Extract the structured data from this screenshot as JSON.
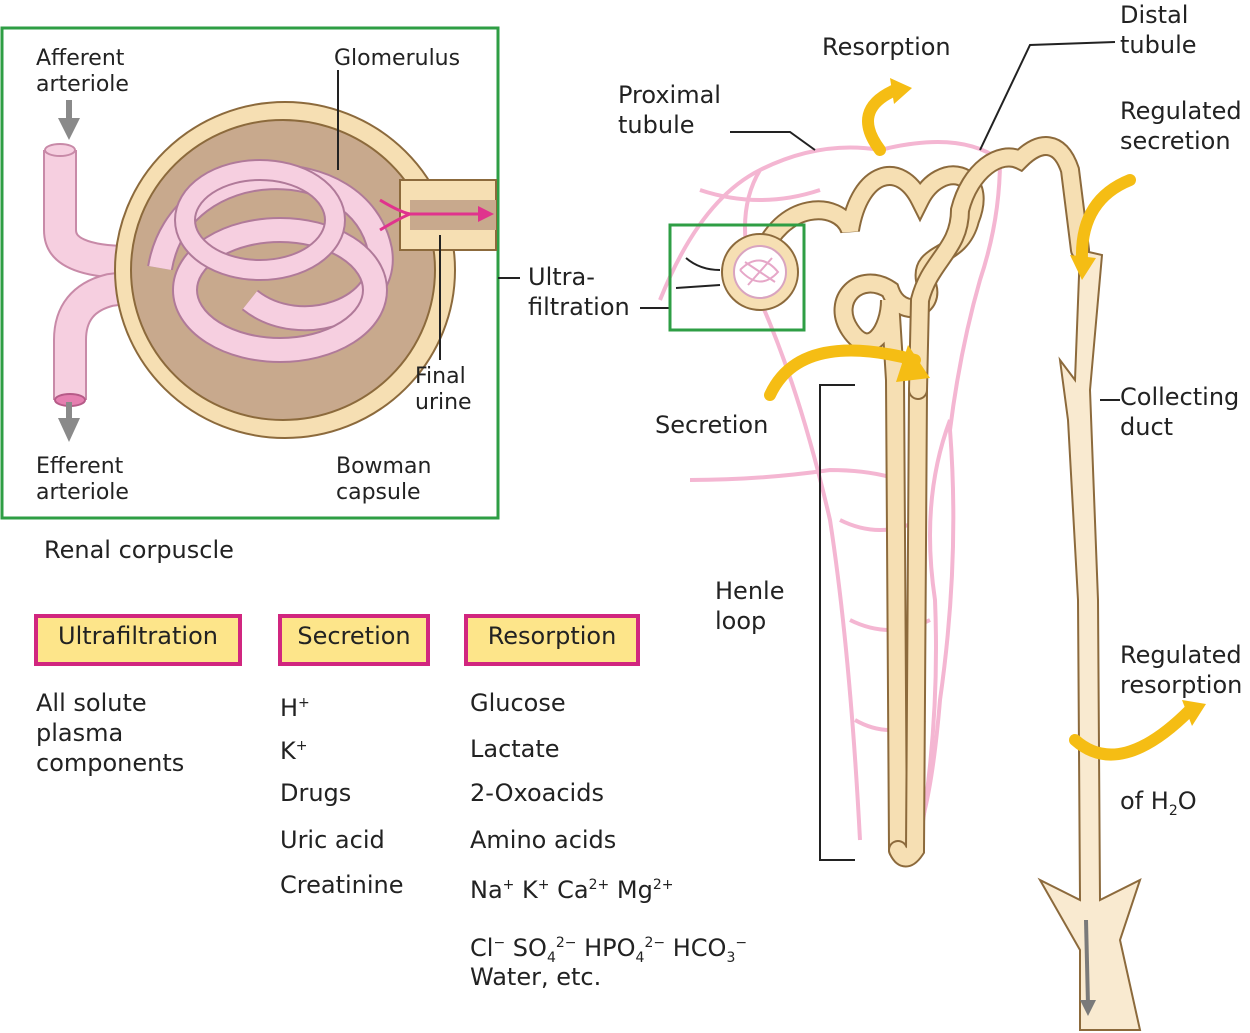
{
  "corpuscle": {
    "afferent": "Afferent\narteriole",
    "glomerulus": "Glomerulus",
    "efferent": "Efferent\narteriole",
    "bowman": "Bowman\ncapsule",
    "final_urine": "Final\nurine",
    "caption": "Renal corpuscle"
  },
  "nephron": {
    "resorption": "Resorption",
    "distal": "Distal\ntubule",
    "proximal": "Proximal\ntubule",
    "regulated_secretion": "Regulated\nsecretion",
    "ultrafiltration": "Ultra-\nfiltration",
    "secretion": "Secretion",
    "collecting_duct": "Collecting\nduct",
    "henle": "Henle\nloop",
    "regulated_resorption": "Regulated\nresorption",
    "of_water": "of H2O"
  },
  "table": {
    "ultrafiltration": {
      "header": "Ultrafiltration",
      "text": "All solute\nplasma\ncomponents"
    },
    "secretion": {
      "header": "Secretion",
      "items": [
        "H+",
        "K+",
        "Drugs",
        "Uric acid",
        "Creatinine"
      ]
    },
    "resorption": {
      "header": "Resorption",
      "items": [
        "Glucose",
        "Lactate",
        "2-Oxoacids",
        "Amino acids",
        "Na+ K+ Ca2+ Mg2+",
        "Cl− SO42− HPO42− HCO3−",
        "Water, etc."
      ]
    }
  },
  "colors": {
    "frame": "#2e9e44",
    "tag_fill": "#fde58a",
    "tag_border": "#d1267f",
    "tubule": "#f6dfb3",
    "capillary": "#f4b6d2",
    "arrow": "#f5bd14"
  }
}
